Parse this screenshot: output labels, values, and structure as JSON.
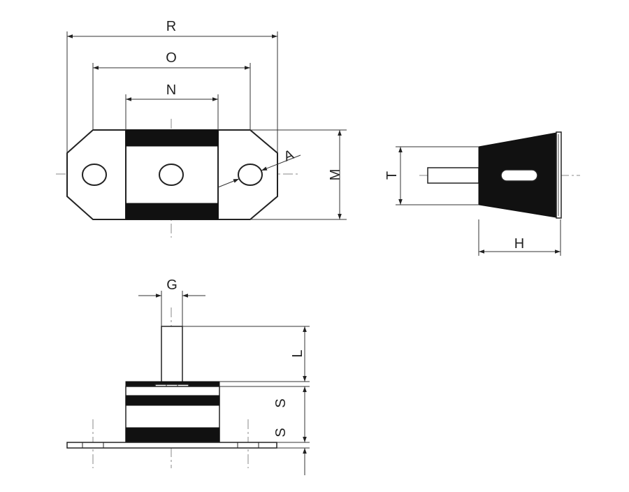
{
  "labels": {
    "R": "R",
    "O": "O",
    "N": "N",
    "A": "A",
    "M": "M",
    "T": "T",
    "H": "H",
    "G": "G",
    "L": "L",
    "S1": "S",
    "S2": "S"
  }
}
